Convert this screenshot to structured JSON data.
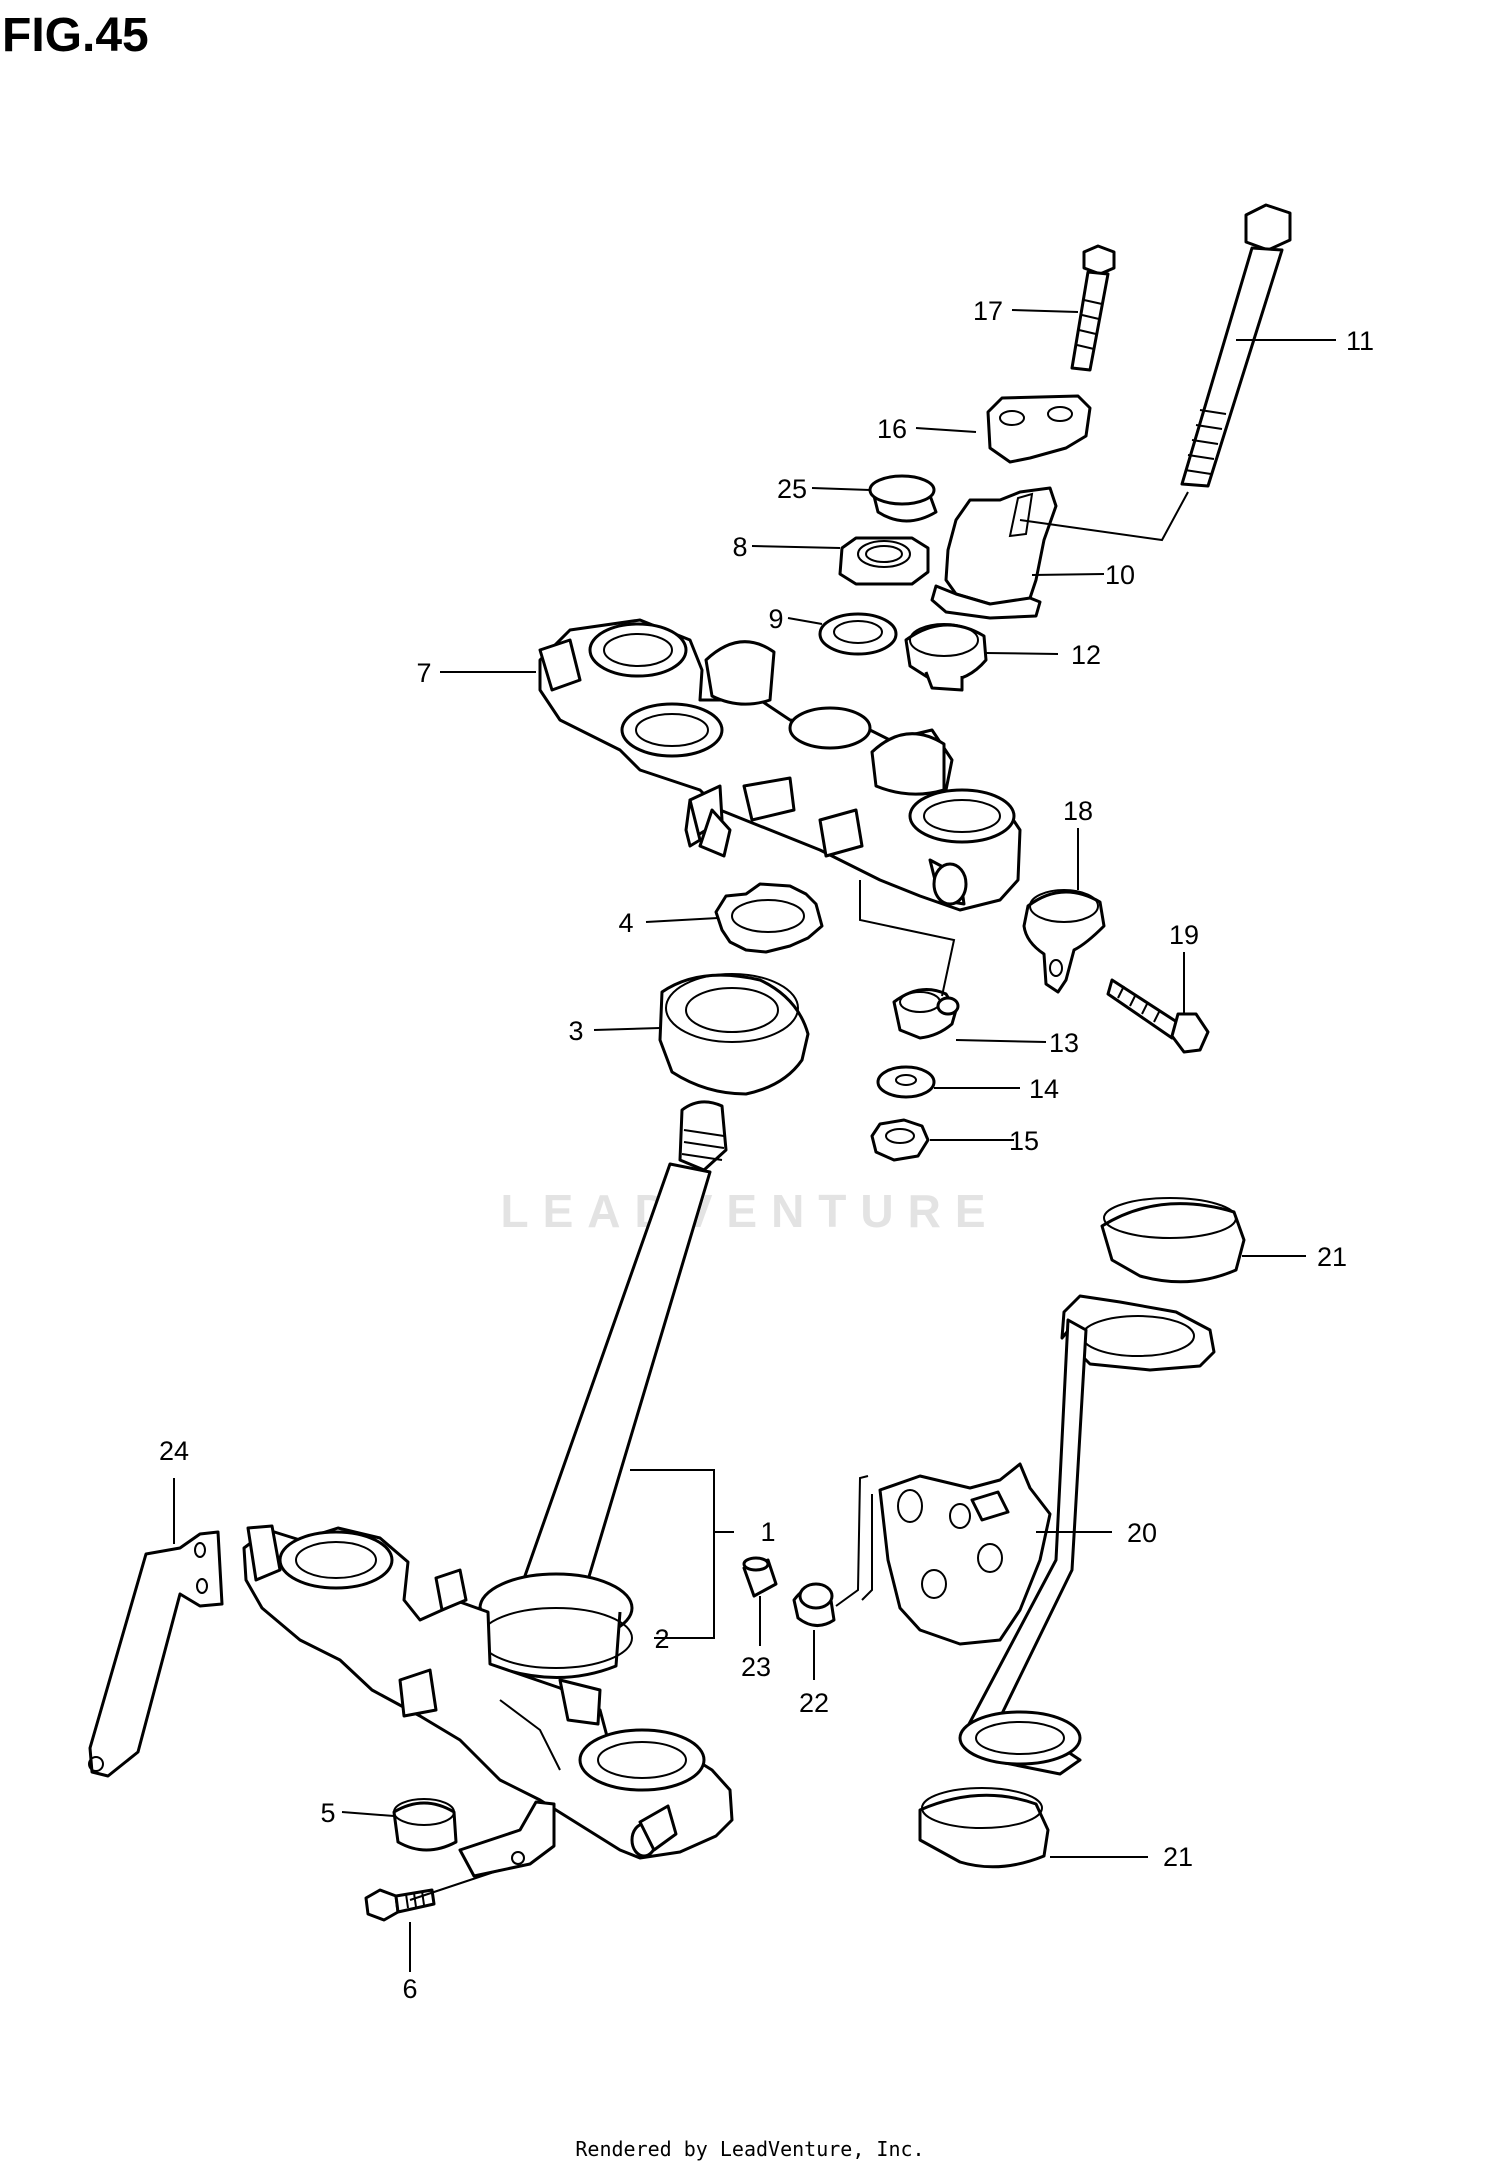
{
  "figure": {
    "title": "FIG.45",
    "footer": "Rendered by LeadVenture, Inc.",
    "watermark": "LEADVENTURE"
  },
  "callouts": [
    {
      "id": "c1",
      "label": "1"
    },
    {
      "id": "c2",
      "label": "2"
    },
    {
      "id": "c3",
      "label": "3"
    },
    {
      "id": "c4",
      "label": "4"
    },
    {
      "id": "c5",
      "label": "5"
    },
    {
      "id": "c6",
      "label": "6"
    },
    {
      "id": "c7",
      "label": "7"
    },
    {
      "id": "c8",
      "label": "8"
    },
    {
      "id": "c9",
      "label": "9"
    },
    {
      "id": "c10",
      "label": "10"
    },
    {
      "id": "c11",
      "label": "11"
    },
    {
      "id": "c12",
      "label": "12"
    },
    {
      "id": "c13",
      "label": "13"
    },
    {
      "id": "c14",
      "label": "14"
    },
    {
      "id": "c15",
      "label": "15"
    },
    {
      "id": "c16",
      "label": "16"
    },
    {
      "id": "c17",
      "label": "17"
    },
    {
      "id": "c18",
      "label": "18"
    },
    {
      "id": "c19",
      "label": "19"
    },
    {
      "id": "c20",
      "label": "20"
    },
    {
      "id": "c21a",
      "label": "21"
    },
    {
      "id": "c21b",
      "label": "21"
    },
    {
      "id": "c22",
      "label": "22"
    },
    {
      "id": "c23",
      "label": "23"
    },
    {
      "id": "c24",
      "label": "24"
    },
    {
      "id": "c25",
      "label": "25"
    }
  ]
}
